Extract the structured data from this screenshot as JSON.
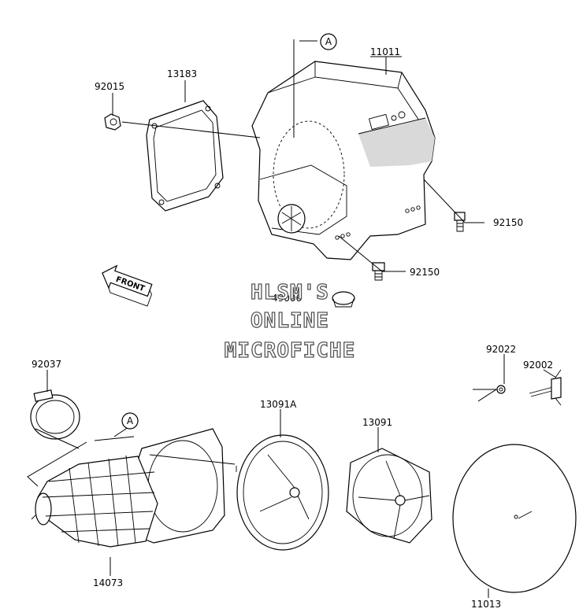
{
  "watermark": {
    "line1": "HLSM'S",
    "line2": "ONLINE",
    "line3": "MICROFICHE"
  },
  "front_arrow": {
    "label": "FRONT"
  },
  "reference_marker": {
    "letter": "A"
  },
  "part_numbers": {
    "p11011": "11011",
    "p92015": "92015",
    "p13183": "13183",
    "p92150_right": "92150",
    "p92150_lower": "92150",
    "p49006": "49006",
    "p92037": "92037",
    "p13091A": "13091A",
    "p13091": "13091",
    "p92022": "92022",
    "p92002": "92002",
    "p14073": "14073",
    "p11013": "11013"
  }
}
